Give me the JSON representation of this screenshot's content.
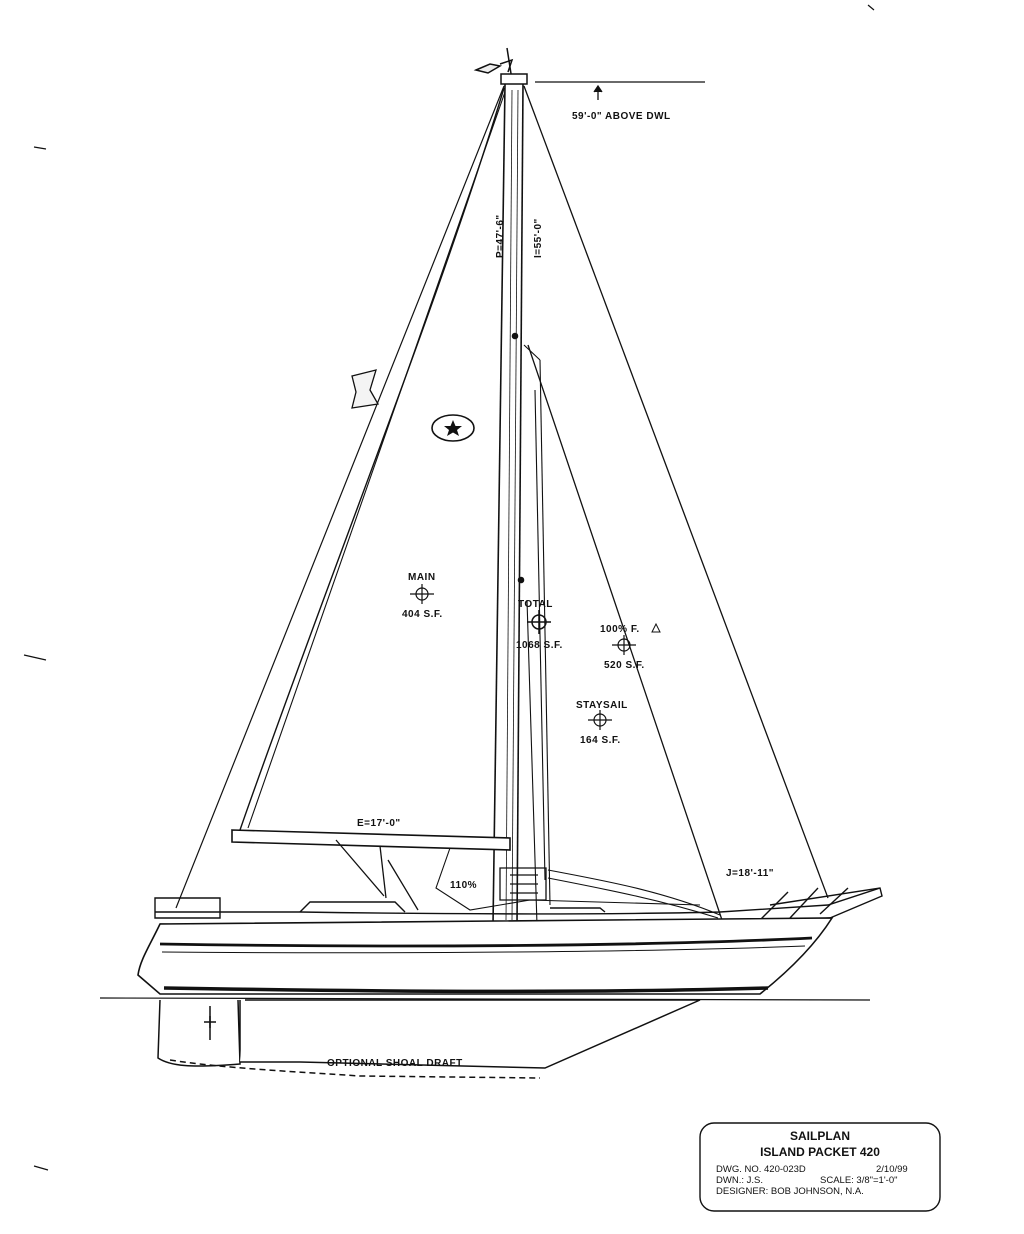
{
  "top_note": "59'-0\" ABOVE DWL",
  "mast_dims": {
    "p": "P=47'-6\"",
    "i": "I=55'-0\""
  },
  "boom_dim": "E=17'-0\"",
  "j_dim": "J=18'-11\"",
  "jib_overlap": "110%",
  "shoal_note": "OPTIONAL SHOAL DRAFT",
  "sails": {
    "main": {
      "name": "MAIN",
      "area": "404 S.F."
    },
    "total": {
      "name": "TOTAL",
      "area": "1068 S.F."
    },
    "foretriangle": {
      "name": "100% F.",
      "area": "520 S.F."
    },
    "staysail": {
      "name": "STAYSAIL",
      "area": "164 S.F."
    }
  },
  "title_block": {
    "title": "SAILPLAN",
    "boat": "ISLAND PACKET 420",
    "dwg_no": "DWG. NO. 420-023D",
    "date": "2/10/99",
    "dwn": "DWN.: J.S.",
    "scale": "SCALE: 3/8\"=1'-0\"",
    "designer": "DESIGNER: BOB JOHNSON, N.A."
  },
  "icons": {
    "sail_insignia": "star-in-oval-icon",
    "centroid": "crosshair-circle-icon",
    "delta": "triangle-icon"
  },
  "colors": {
    "ink": "#111111",
    "paper": "#ffffff"
  }
}
